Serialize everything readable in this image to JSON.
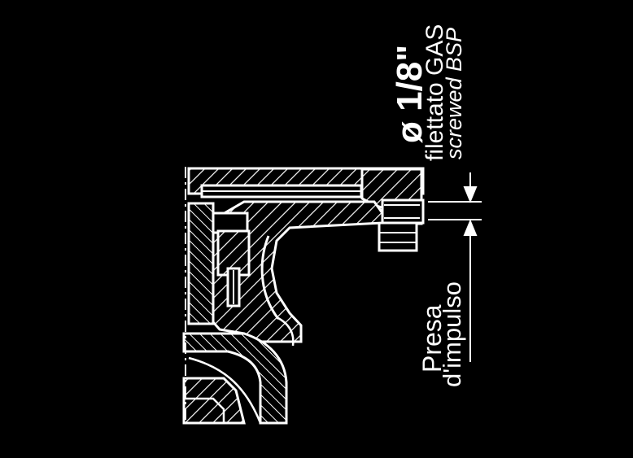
{
  "drawing": {
    "annotations": {
      "thread_size": "ø  1/8\"",
      "thread_type_it": "filettato GAS",
      "thread_type_en": "screwed BSP",
      "tap_label_line1": "Presa",
      "tap_label_line2": "d'impulso"
    },
    "colors": {
      "background": "#000000",
      "ink": "#ffffff"
    }
  }
}
